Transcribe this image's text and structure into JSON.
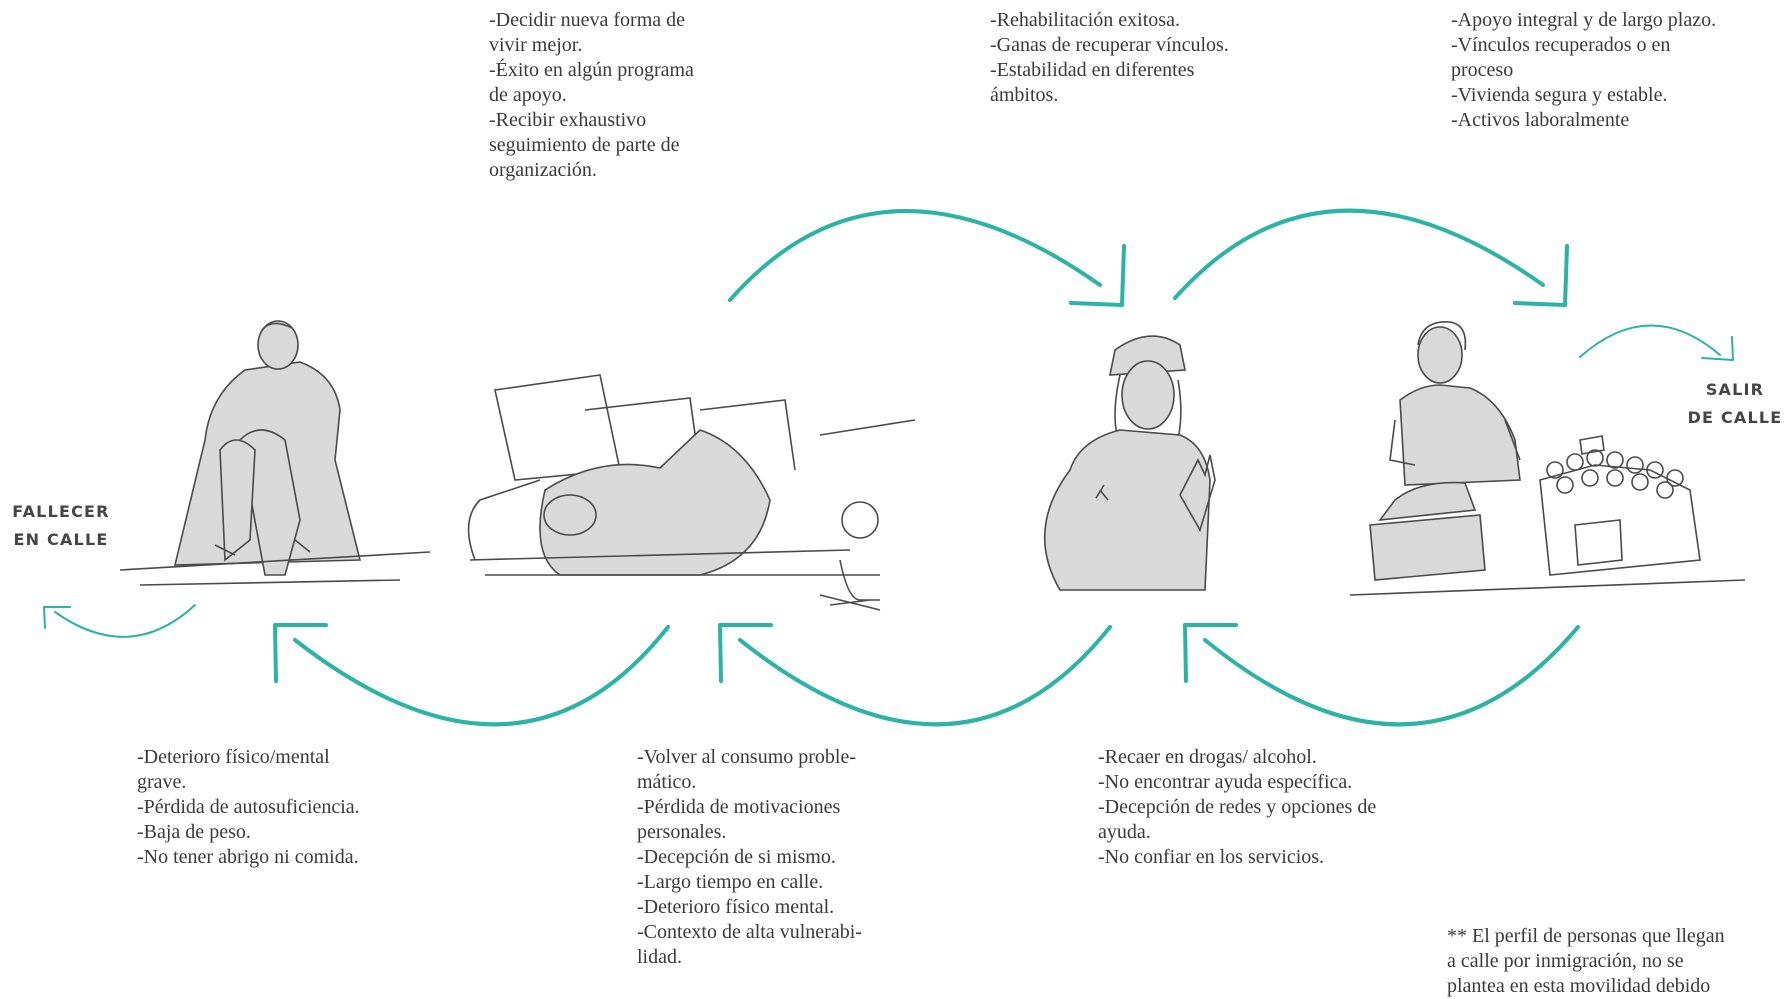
{
  "notes": {
    "top_left": [
      "-Decidir nueva forma de",
      "vivir mejor.",
      "-Éxito en algún programa",
      "de apoyo.",
      "-Recibir exhaustivo",
      "seguimiento de parte de",
      "organización."
    ],
    "top_middle": [
      "-Rehabilitación exitosa.",
      "-Ganas de recuperar vínculos.",
      "-Estabilidad en diferentes",
      "ámbitos."
    ],
    "top_right": [
      "-Apoyo integral y de largo plazo.",
      "-Vínculos recuperados o en",
      "proceso",
      "-Vivienda segura y estable.",
      "-Activos laboralmente"
    ],
    "bottom_left": [
      "-Deterioro físico/mental",
      "grave.",
      "-Pérdida de autosuficiencia.",
      "-Baja de peso.",
      "-No tener abrigo ni comida."
    ],
    "bottom_middle": [
      "-Volver al consumo proble-",
      "mático.",
      "-Pérdida de motivaciones",
      "personales.",
      "-Decepción de si mismo.",
      "-Largo tiempo en calle.",
      "-Deterioro físico mental.",
      "-Contexto de alta vulnerabi-",
      "lidad."
    ],
    "bottom_right": [
      "-Recaer en drogas/ alcohol.",
      "-No encontrar ayuda específica.",
      "-Decepción de redes y opciones de",
      "ayuda.",
      "-No confiar en los servicios."
    ]
  },
  "labels": {
    "fallecer": [
      "FALLECER",
      "EN CALLE"
    ],
    "salir": [
      "SALIR",
      "DE CALLE"
    ]
  },
  "footnote": [
    "** El perfil de personas que llegan",
    "a calle por inmigración, no se",
    "plantea en esta movilidad debido"
  ],
  "colors": {
    "arrow": "#2bb3a3",
    "sketch": "#4a4a4a",
    "fill": "#d9d9d9",
    "text": "#3a3a3a"
  },
  "figures": [
    "person-sitting-huddled",
    "person-sleeping-on-street",
    "person-with-hat-praying",
    "person-working-at-market-stall"
  ]
}
